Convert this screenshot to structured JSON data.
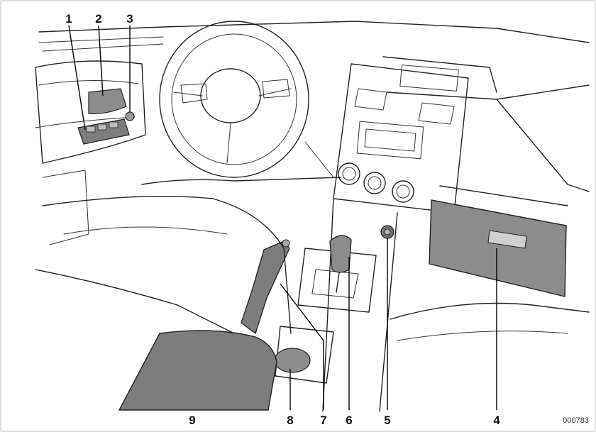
{
  "diagram": {
    "figure_id": "000783",
    "highlight_color": "#8c8c8c",
    "callouts": [
      {
        "id": "1",
        "label": "1"
      },
      {
        "id": "2",
        "label": "2"
      },
      {
        "id": "3",
        "label": "3"
      },
      {
        "id": "4",
        "label": "4"
      },
      {
        "id": "5",
        "label": "5"
      },
      {
        "id": "6",
        "label": "6"
      },
      {
        "id": "7",
        "label": "7"
      },
      {
        "id": "8",
        "label": "8"
      },
      {
        "id": "9",
        "label": "9"
      }
    ]
  }
}
